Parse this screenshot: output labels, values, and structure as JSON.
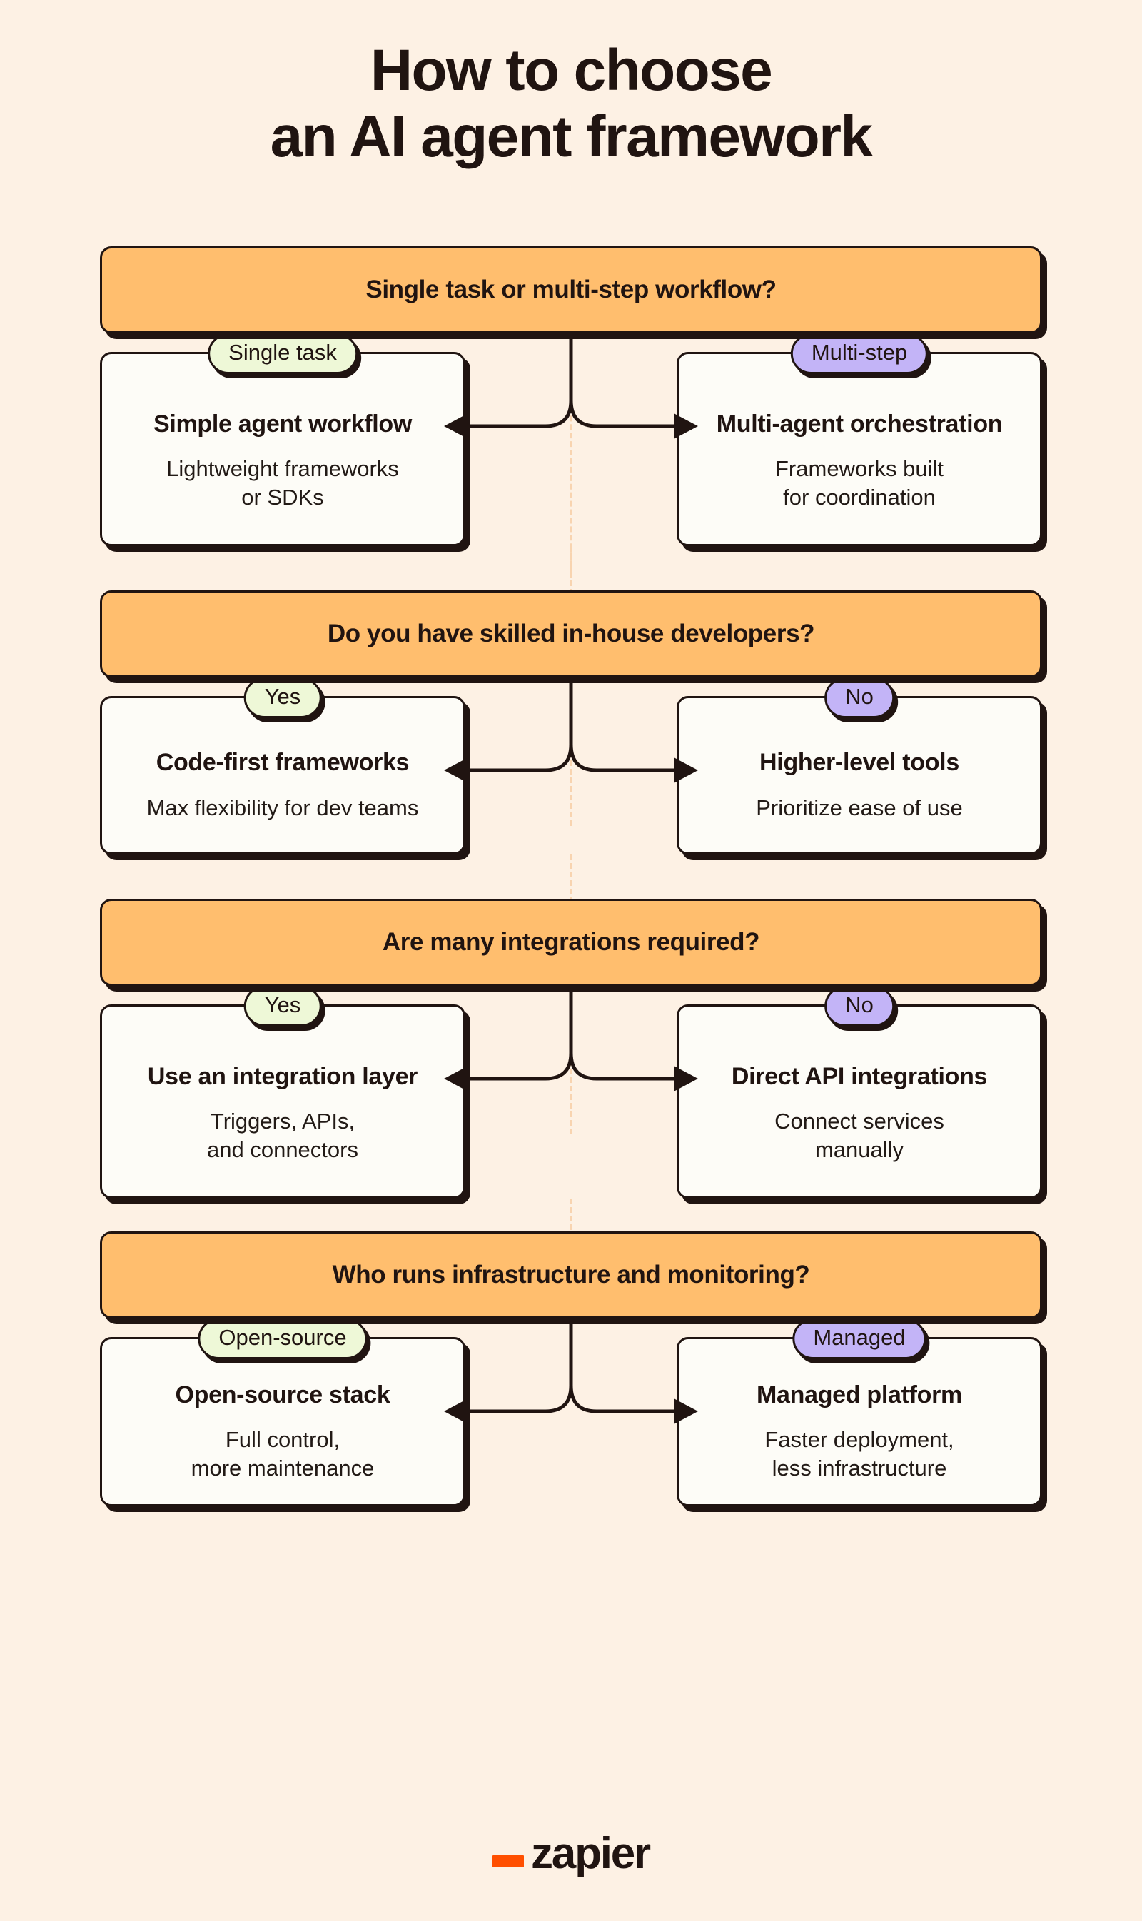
{
  "title": {
    "line1": "How to choose",
    "line2": "an AI agent framework"
  },
  "colors": {
    "background": "#FDF1E4",
    "question_bar": "#FFBE6E",
    "card": "#FDFCF7",
    "pill_green": "#EEF8D7",
    "pill_purple": "#C3B4F7",
    "ink": "#201411",
    "dashed_spine": "#F8D4B0",
    "brand_orange": "#FF4F00"
  },
  "sections": [
    {
      "question": "Single task or multi-step workflow?",
      "left": {
        "pill": "Single task",
        "pill_color": "green",
        "title": "Simple agent workflow",
        "desc_line1": "Lightweight frameworks",
        "desc_line2": "or SDKs"
      },
      "right": {
        "pill": "Multi-step",
        "pill_color": "purple",
        "title": "Multi-agent orchestration",
        "desc_line1": "Frameworks built",
        "desc_line2": "for coordination"
      }
    },
    {
      "question": "Do you have skilled in-house developers?",
      "left": {
        "pill": "Yes",
        "pill_color": "green",
        "title": "Code-first frameworks",
        "desc_line1": "Max flexibility for dev teams",
        "desc_line2": ""
      },
      "right": {
        "pill": "No",
        "pill_color": "purple",
        "title": "Higher-level tools",
        "desc_line1": "Prioritize ease of use",
        "desc_line2": ""
      }
    },
    {
      "question": "Are many integrations required?",
      "left": {
        "pill": "Yes",
        "pill_color": "green",
        "title": "Use an integration layer",
        "desc_line1": "Triggers, APIs,",
        "desc_line2": "and connectors"
      },
      "right": {
        "pill": "No",
        "pill_color": "purple",
        "title": "Direct API integrations",
        "desc_line1": "Connect services",
        "desc_line2": "manually"
      }
    },
    {
      "question": "Who runs infrastructure and monitoring?",
      "left": {
        "pill": "Open-source",
        "pill_color": "green",
        "title": "Open-source stack",
        "desc_line1": "Full control,",
        "desc_line2": "more maintenance"
      },
      "right": {
        "pill": "Managed",
        "pill_color": "purple",
        "title": "Managed platform",
        "desc_line1": "Faster deployment,",
        "desc_line2": "less infrastructure"
      }
    }
  ],
  "footer": {
    "logo_text": "zapier",
    "logo_mark": "underscore-dash"
  }
}
